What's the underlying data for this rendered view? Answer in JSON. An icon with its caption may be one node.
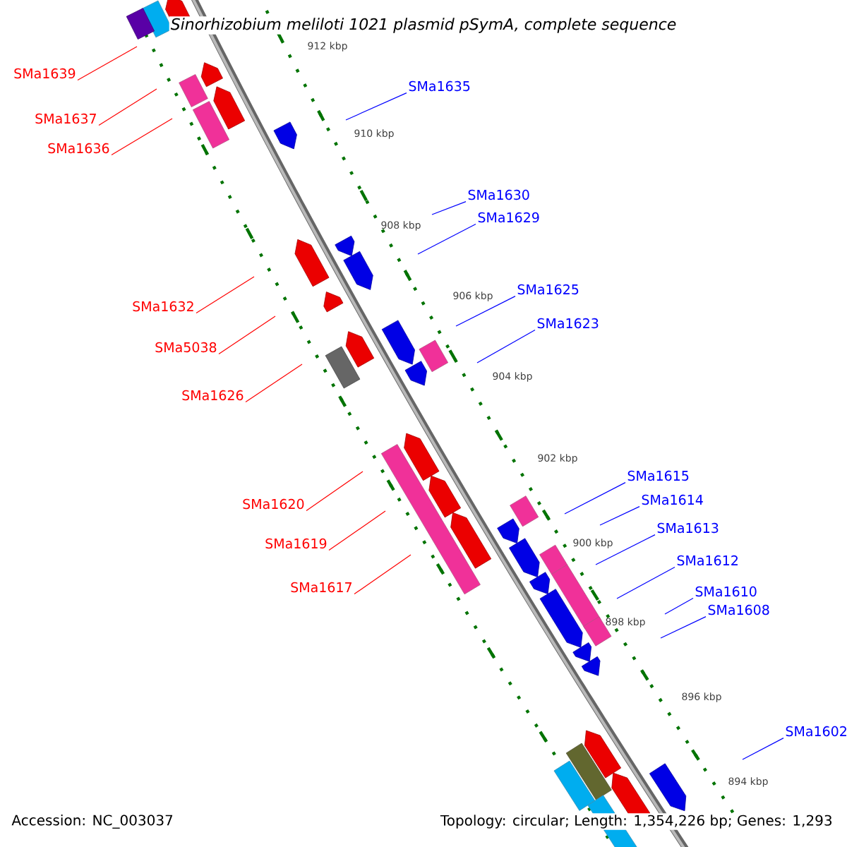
{
  "diagram": {
    "title": "Sinorhizobium meliloti 1021 plasmid pSymA, complete sequence",
    "nodes": [
      {
        "text": [
          "SMa1639"
        ]
      },
      {
        "text": [
          "SMa1635"
        ]
      },
      {
        "text": [
          "SMa1637"
        ]
      },
      {
        "text": [
          "SMa1636"
        ]
      },
      {
        "text": [
          "SMa1630"
        ]
      },
      {
        "text": [
          "SMa1629"
        ]
      },
      {
        "text": [
          "SMa1625"
        ]
      },
      {
        "text": [
          "SMa1632"
        ]
      },
      {
        "text": [
          "SMa1623"
        ]
      },
      {
        "text": [
          "SMa5038"
        ]
      },
      {
        "text": [
          "SMa1626"
        ]
      },
      {
        "text": [
          "SMa1615"
        ]
      },
      {
        "text": [
          "SMa1614"
        ]
      },
      {
        "text": [
          "SMa1620"
        ]
      },
      {
        "text": [
          "SMa1613"
        ]
      },
      {
        "text": [
          "SMa1619"
        ]
      },
      {
        "text": [
          "SMa1612"
        ]
      },
      {
        "text": [
          "SMa1617"
        ]
      },
      {
        "text": [
          "SMa1610"
        ]
      },
      {
        "text": [
          "SMa1608"
        ]
      },
      {
        "text": [
          "SMa1602"
        ]
      }
    ],
    "edges": [
      {
        "from": 0,
        "to": null,
        "arrow": "none",
        "color": "#ff0000"
      },
      {
        "from": 1,
        "to": null,
        "arrow": "none"
      },
      {
        "from": 2,
        "to": null,
        "arrow": "none",
        "color": "#ff0000"
      },
      {
        "from": 3,
        "to": null,
        "arrow": "none",
        "color": "#ff0000"
      },
      {
        "from": 4,
        "to": null,
        "arrow": "none"
      },
      {
        "from": 5,
        "to": null,
        "arrow": "none"
      },
      {
        "from": 6,
        "to": null,
        "arrow": "none"
      },
      {
        "from": 7,
        "to": null,
        "arrow": "none",
        "color": "#ff0000"
      },
      {
        "from": 8,
        "to": null,
        "arrow": "none"
      },
      {
        "from": 9,
        "to": null,
        "arrow": "none",
        "color": "#ff0000"
      },
      {
        "from": 10,
        "to": null,
        "arrow": "none",
        "color": "#ff0000"
      },
      {
        "from": 11,
        "to": null,
        "arrow": "none"
      },
      {
        "from": 12,
        "to": null,
        "arrow": "none"
      },
      {
        "from": 13,
        "to": null,
        "arrow": "none",
        "color": "#ff0000"
      },
      {
        "from": 14,
        "to": null,
        "arrow": "none"
      },
      {
        "from": 15,
        "to": null,
        "arrow": "none",
        "color": "#ff0000"
      },
      {
        "from": 16,
        "to": null,
        "arrow": "none"
      },
      {
        "from": 17,
        "to": null,
        "arrow": "none",
        "color": "#ff0000"
      },
      {
        "from": 18,
        "to": null,
        "arrow": "none"
      },
      {
        "from": 19,
        "to": null,
        "arrow": "none"
      },
      {
        "from": 20,
        "to": null,
        "arrow": "none"
      }
    ],
    "labels": [
      "912 kbp",
      "910 kbp",
      "908 kbp",
      "906 kbp",
      "904 kbp",
      "902 kbp",
      "900 kbp",
      "898 kbp",
      "896 kbp",
      "894 kbp",
      "Accession: NC_003037",
      "Topology: circular; Length: 1,354,226 bp; Genes: 1,293"
    ]
  }
}
